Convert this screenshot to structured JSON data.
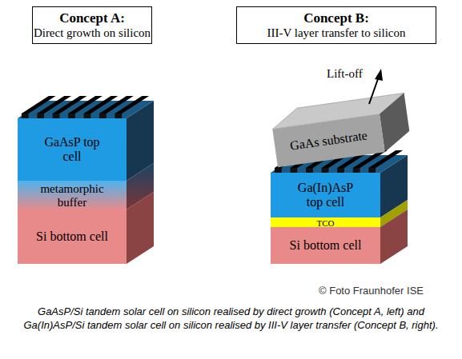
{
  "diagram": {
    "caption": "GaAsP/Si tandem solar cell on silicon realised by direct growth (Concept A, left) and Ga(In)AsP/Si tandem solar cell on silicon realised by III-V layer transfer (Concept B, right).",
    "nodes": [
      {
        "text": [
          "Concept A:",
          "Direct growth on silicon"
        ]
      },
      {
        "text": [
          "Concept B:",
          "III-V layer transfer to silicon"
        ]
      },
      {
        "text": [
          "GaAsP top cell"
        ]
      },
      {
        "text": [
          "metamorphic buffer"
        ]
      },
      {
        "text": [
          "Si bottom cell"
        ]
      },
      {
        "text": [
          "GaAs substrate"
        ]
      },
      {
        "text": [
          "Ga(In)AsP top cell"
        ]
      },
      {
        "text": [
          "TCO"
        ]
      },
      {
        "text": [
          "Si bottom cell"
        ]
      }
    ],
    "labels": [
      "Lift-off",
      "© Foto Fraunhofer ISE"
    ]
  }
}
